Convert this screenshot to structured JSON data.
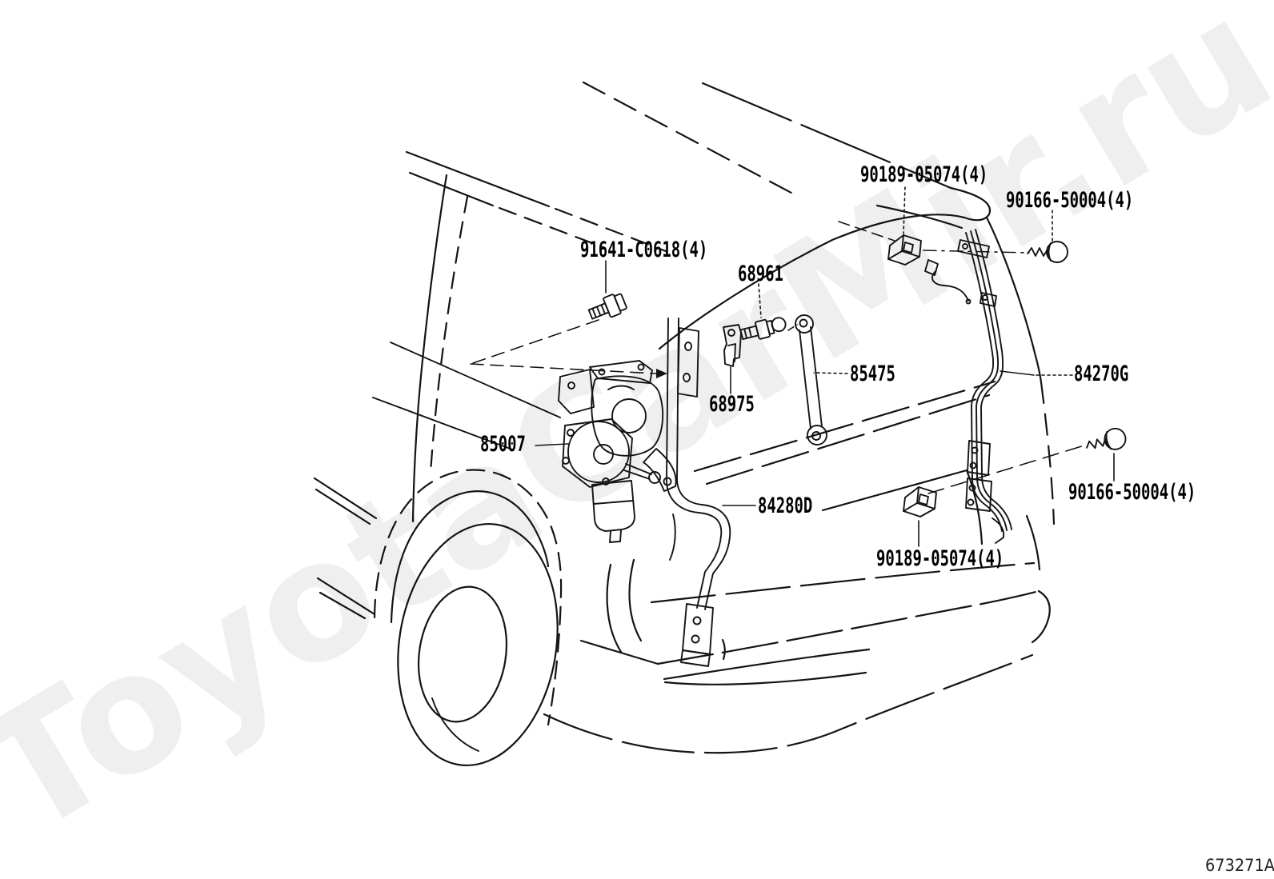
{
  "figure": {
    "code": "673271A"
  },
  "watermark": {
    "text": "ToyotaCarMir.ru",
    "color": "#efefef"
  },
  "diagram": {
    "type": "vehicle-parts-exploded-view",
    "subject": "rear wiper and back door wiring / moulding (van rear three-quarter view)",
    "line_color": "#141414",
    "background": "#ffffff"
  },
  "labels": [
    {
      "id": "90189-top",
      "text": "90189-05074(4)"
    },
    {
      "id": "90166-top",
      "text": "90166-50004(4)"
    },
    {
      "id": "91641",
      "text": "91641-C0618(4)"
    },
    {
      "id": "68961",
      "text": "68961"
    },
    {
      "id": "85475",
      "text": "85475"
    },
    {
      "id": "84270G",
      "text": "84270G"
    },
    {
      "id": "68975",
      "text": "68975"
    },
    {
      "id": "85007",
      "text": "85007"
    },
    {
      "id": "84280D",
      "text": "84280D"
    },
    {
      "id": "90166-mid",
      "text": "90166-50004(4)"
    },
    {
      "id": "90189-bottom",
      "text": "90189-05074(4)"
    }
  ]
}
